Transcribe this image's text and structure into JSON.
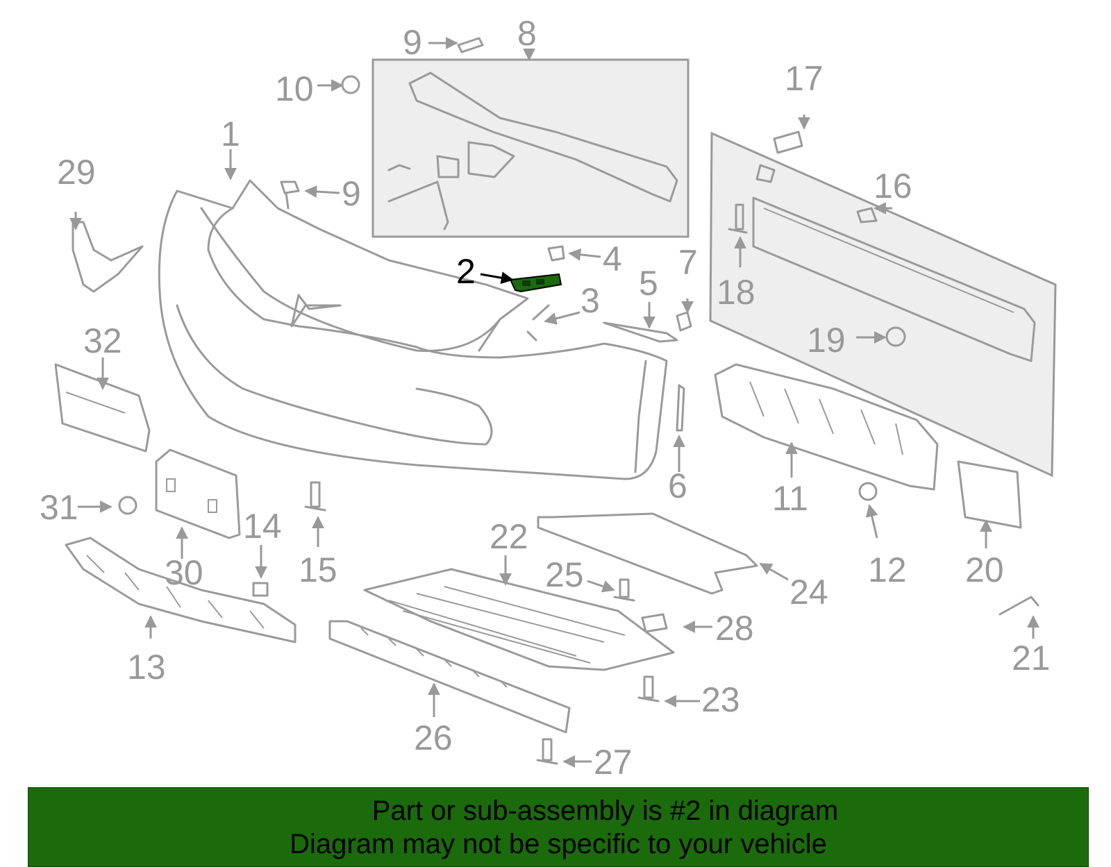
{
  "diagram": {
    "callouts": [
      "1",
      "2",
      "3",
      "4",
      "5",
      "6",
      "7",
      "8",
      "9",
      "9",
      "10",
      "11",
      "12",
      "13",
      "14",
      "15",
      "16",
      "17",
      "18",
      "19",
      "20",
      "21",
      "22",
      "23",
      "24",
      "25",
      "26",
      "27",
      "28",
      "29",
      "30",
      "31",
      "32"
    ],
    "highlighted_part": "2",
    "highlight_color": "#1b6a0c"
  },
  "banner": {
    "line1": "Part or sub-assembly is #2 in diagram",
    "line2": "Diagram may not be specific to your vehicle",
    "background": "#1b6a0c"
  }
}
